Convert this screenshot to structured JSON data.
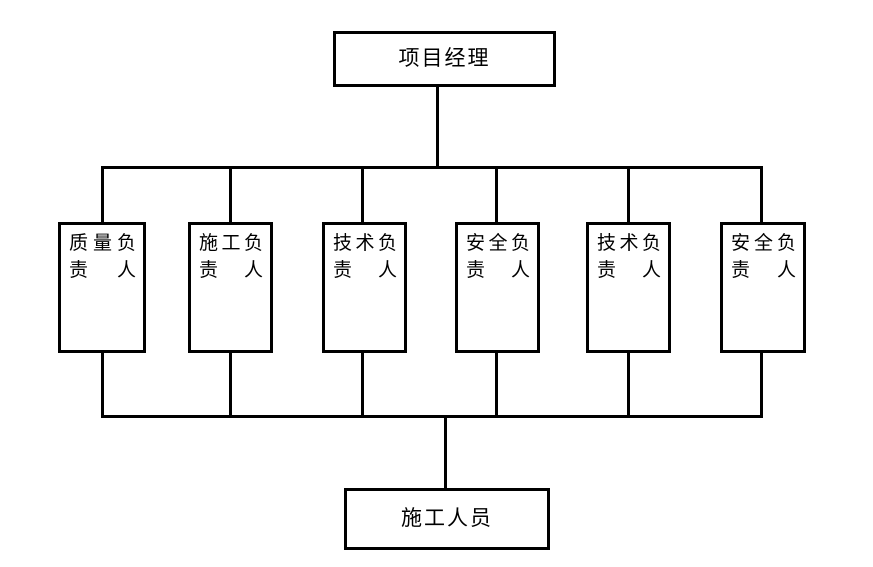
{
  "diagram": {
    "type": "organization-chart",
    "title_text_top": "项目经理",
    "title_text_bottom": "施工人员",
    "line_color": "#000000",
    "box_border_color": "#000000",
    "box_fill_color": "#ffffff",
    "background_color": "#ffffff"
  },
  "top_node": {
    "label": "项目经理"
  },
  "middle_nodes": [
    {
      "label": "质量负责人"
    },
    {
      "label": "施工负责人"
    },
    {
      "label": "技术负责人"
    },
    {
      "label": "安全负责人"
    },
    {
      "label": "技术负责人"
    },
    {
      "label": "安全负责人"
    }
  ],
  "bottom_node": {
    "label": "施工人员"
  }
}
